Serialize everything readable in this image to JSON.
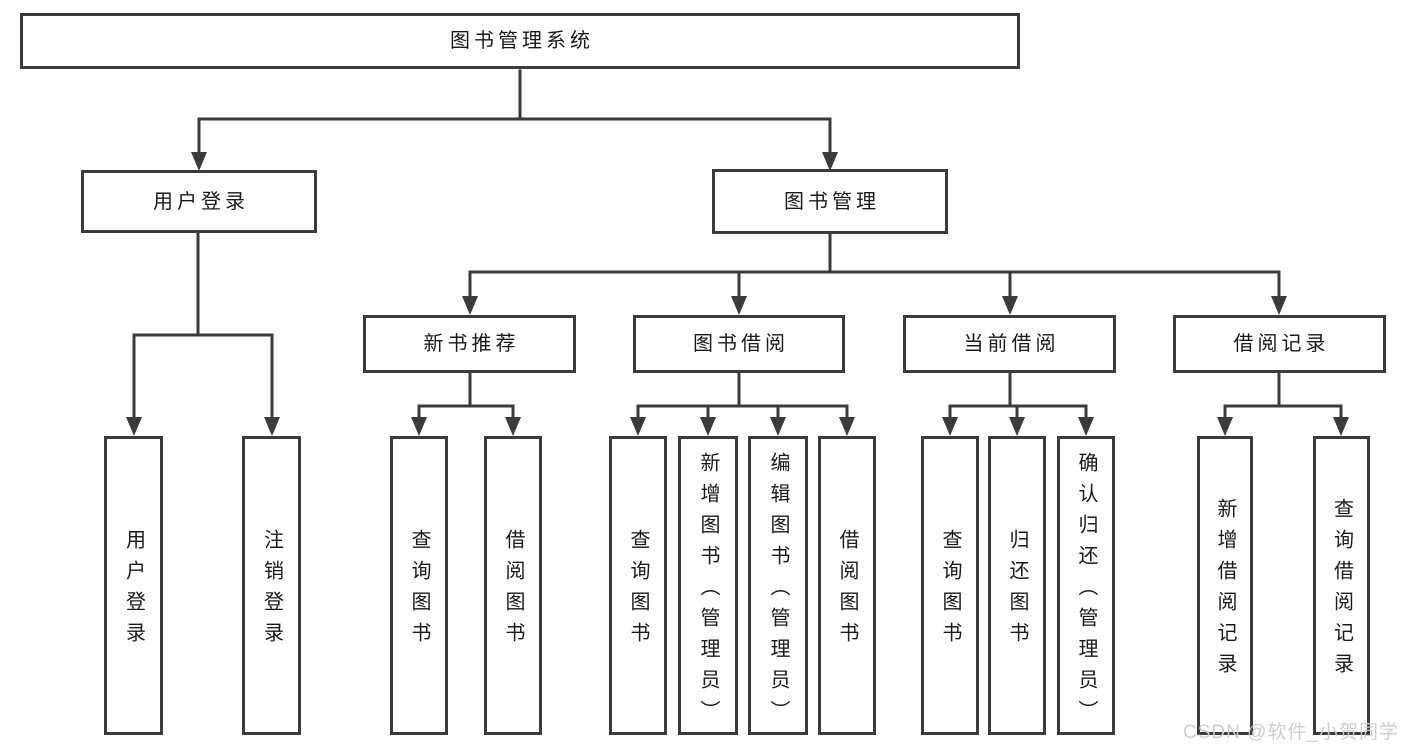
{
  "diagram": {
    "type": "hierarchy-tree",
    "root": {
      "label": "图书管理系统"
    },
    "branches": [
      {
        "label": "用户登录",
        "children": [
          {
            "label": "用户登录"
          },
          {
            "label": "注销登录"
          }
        ]
      },
      {
        "label": "图书管理",
        "children": [
          {
            "label": "新书推荐",
            "children": [
              {
                "label": "查询图书"
              },
              {
                "label": "借阅图书"
              }
            ]
          },
          {
            "label": "图书借阅",
            "children": [
              {
                "label": "查询图书"
              },
              {
                "label": "新增图书（管理员）"
              },
              {
                "label": "编辑图书（管理员）"
              },
              {
                "label": "借阅图书"
              }
            ]
          },
          {
            "label": "当前借阅",
            "children": [
              {
                "label": "查询图书"
              },
              {
                "label": "归还图书"
              },
              {
                "label": "确认归还（管理员）"
              }
            ]
          },
          {
            "label": "借阅记录",
            "children": [
              {
                "label": "新增借阅记录"
              },
              {
                "label": "查询借阅记录"
              }
            ]
          }
        ]
      }
    ]
  },
  "watermark": {
    "text": "CSDN @软件_小贺同学"
  },
  "colors": {
    "line": "#3b3b3b",
    "background": "#ffffff",
    "text": "#1a1a1a",
    "watermark": "#cccccc"
  }
}
